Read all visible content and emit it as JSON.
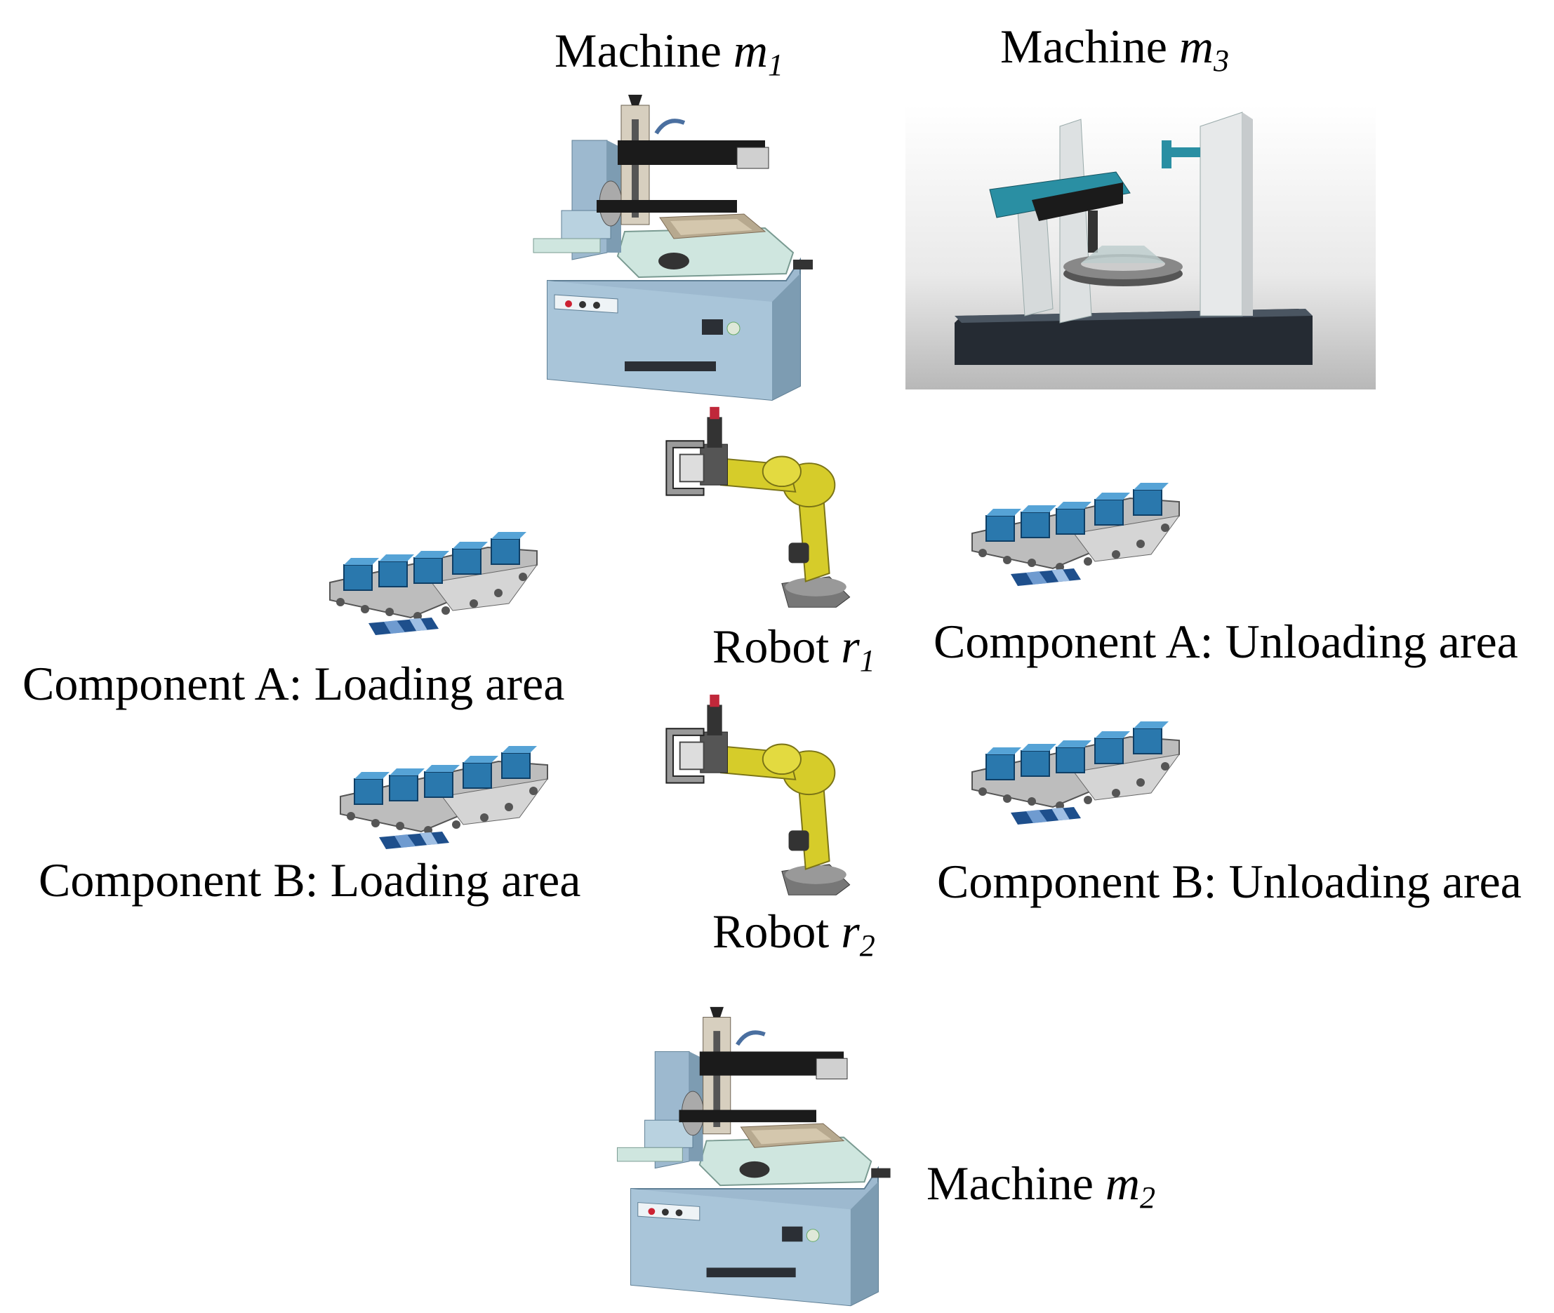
{
  "labels": {
    "machine_m1": {
      "prefix": "Machine ",
      "var": "m",
      "sub": "1"
    },
    "machine_m3": {
      "prefix": "Machine ",
      "var": "m",
      "sub": "3"
    },
    "machine_m2": {
      "prefix": "Machine ",
      "var": "m",
      "sub": "2"
    },
    "robot_r1": {
      "prefix": "Robot ",
      "var": "r",
      "sub": "1"
    },
    "robot_r2": {
      "prefix": "Robot ",
      "var": "r",
      "sub": "2"
    },
    "comp_a_loading": "Component A: Loading area",
    "comp_a_unloading": "Component A: Unloading area",
    "comp_b_loading": "Component B: Loading area",
    "comp_b_unloading": "Component B: Unloading area"
  },
  "icons": {
    "machine_m1": "wire-edm-machine-icon",
    "machine_m2": "wire-edm-machine-icon",
    "machine_m3": "gantry-measuring-machine-icon",
    "robot_r1": "industrial-robot-arm-icon",
    "robot_r2": "industrial-robot-arm-icon",
    "conveyor": "conveyor-with-blocks-icon"
  },
  "colors": {
    "machine_body": "#9db9cf",
    "machine_top": "#cfe6df",
    "robot_yellow": "#d6cc2a",
    "block_blue": "#2a78ad",
    "gantry_teal": "#2a8fa3"
  }
}
